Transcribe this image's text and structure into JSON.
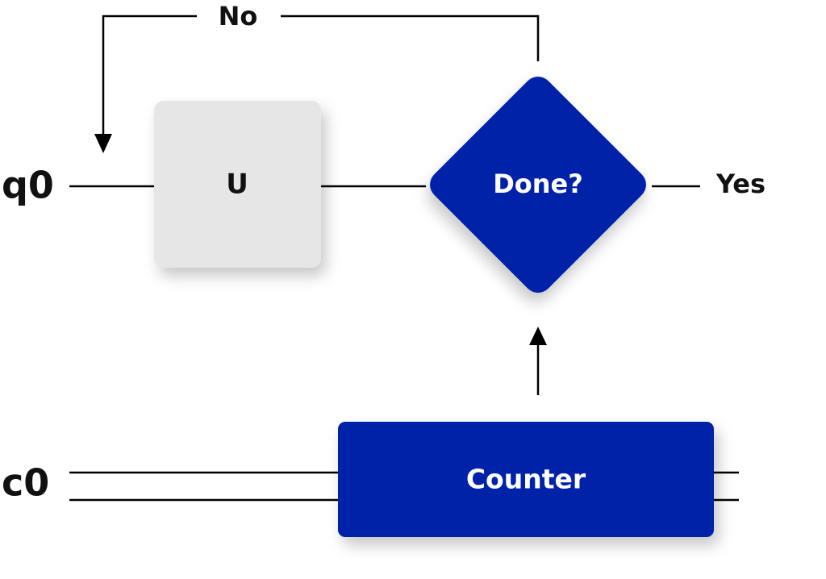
{
  "diagram": {
    "inputs": {
      "qubit": "q0",
      "classical": "c0"
    },
    "blocks": {
      "unitary": "U",
      "decision": "Done?",
      "counter": "Counter"
    },
    "branches": {
      "no": "No",
      "yes": "Yes"
    }
  },
  "colors": {
    "accent": "#0320A8",
    "gate_fill": "#E6E6E6",
    "wire": "#000000",
    "on_accent_text": "#FFFFFF",
    "text": "#111111"
  }
}
